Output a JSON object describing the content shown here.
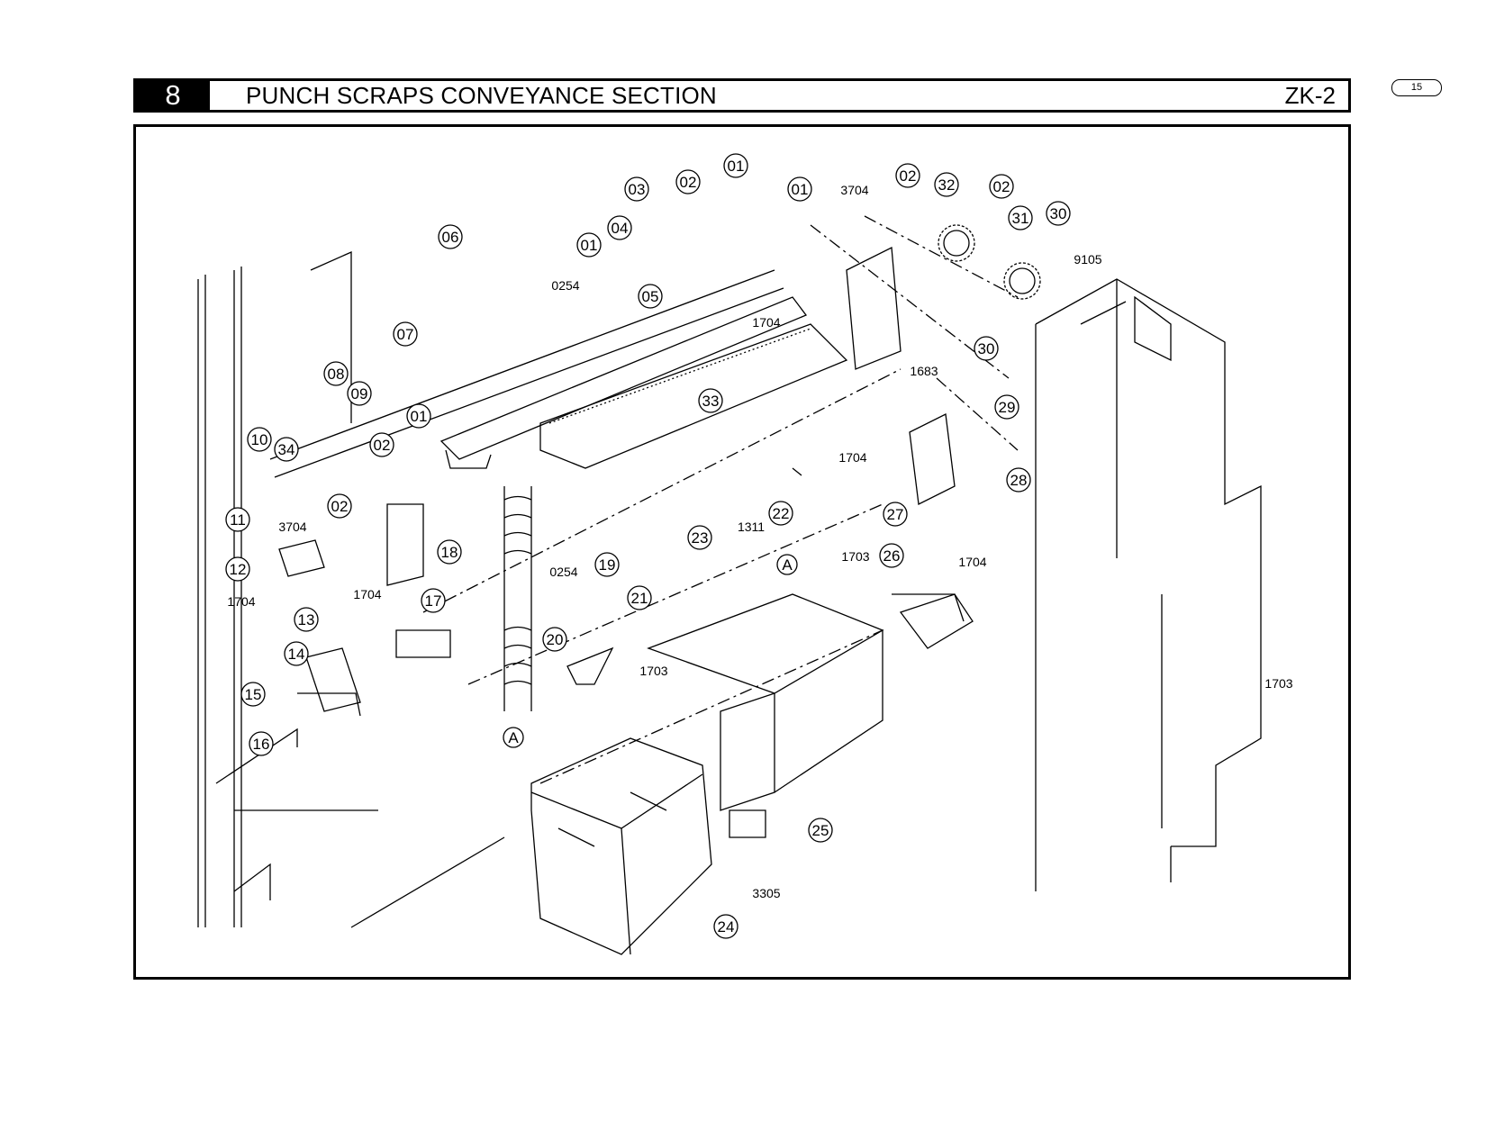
{
  "page": {
    "page_number": "15"
  },
  "header": {
    "section_number": "8",
    "section_title": "PUNCH SCRAPS CONVEYANCE SECTION",
    "model_code": "ZK-2"
  },
  "callouts": [
    {
      "id": "c01a",
      "label": "01"
    },
    {
      "id": "c01b",
      "label": "01"
    },
    {
      "id": "c01c",
      "label": "01"
    },
    {
      "id": "c01d",
      "label": "01"
    },
    {
      "id": "c02a",
      "label": "02"
    },
    {
      "id": "c02b",
      "label": "02"
    },
    {
      "id": "c02c",
      "label": "02"
    },
    {
      "id": "c02d",
      "label": "02"
    },
    {
      "id": "c02e",
      "label": "02"
    },
    {
      "id": "c03",
      "label": "03"
    },
    {
      "id": "c04",
      "label": "04"
    },
    {
      "id": "c05",
      "label": "05"
    },
    {
      "id": "c06",
      "label": "06"
    },
    {
      "id": "c07",
      "label": "07"
    },
    {
      "id": "c08",
      "label": "08"
    },
    {
      "id": "c09",
      "label": "09"
    },
    {
      "id": "c10",
      "label": "10"
    },
    {
      "id": "c11",
      "label": "11"
    },
    {
      "id": "c12",
      "label": "12"
    },
    {
      "id": "c13",
      "label": "13"
    },
    {
      "id": "c14",
      "label": "14"
    },
    {
      "id": "c15",
      "label": "15"
    },
    {
      "id": "c16",
      "label": "16"
    },
    {
      "id": "c17",
      "label": "17"
    },
    {
      "id": "c18",
      "label": "18"
    },
    {
      "id": "c19",
      "label": "19"
    },
    {
      "id": "c20",
      "label": "20"
    },
    {
      "id": "c21",
      "label": "21"
    },
    {
      "id": "c22",
      "label": "22"
    },
    {
      "id": "c23",
      "label": "23"
    },
    {
      "id": "c24",
      "label": "24"
    },
    {
      "id": "c25",
      "label": "25"
    },
    {
      "id": "c26",
      "label": "26"
    },
    {
      "id": "c27",
      "label": "27"
    },
    {
      "id": "c28",
      "label": "28"
    },
    {
      "id": "c29",
      "label": "29"
    },
    {
      "id": "c30a",
      "label": "30"
    },
    {
      "id": "c30b",
      "label": "30"
    },
    {
      "id": "c31",
      "label": "31"
    },
    {
      "id": "c32",
      "label": "32"
    },
    {
      "id": "c33",
      "label": "33"
    },
    {
      "id": "c34",
      "label": "34"
    },
    {
      "id": "cAa",
      "label": "A"
    },
    {
      "id": "cAb",
      "label": "A"
    }
  ],
  "part_numbers": [
    {
      "id": "p3704a",
      "label": "3704"
    },
    {
      "id": "p3704b",
      "label": "3704"
    },
    {
      "id": "p9105",
      "label": "9105"
    },
    {
      "id": "p0254a",
      "label": "0254"
    },
    {
      "id": "p0254b",
      "label": "0254"
    },
    {
      "id": "p1704a",
      "label": "1704"
    },
    {
      "id": "p1704b",
      "label": "1704"
    },
    {
      "id": "p1704c",
      "label": "1704"
    },
    {
      "id": "p1704d",
      "label": "1704"
    },
    {
      "id": "p1704e",
      "label": "1704"
    },
    {
      "id": "p1683",
      "label": "1683"
    },
    {
      "id": "p1311",
      "label": "1311"
    },
    {
      "id": "p1703a",
      "label": "1703"
    },
    {
      "id": "p1703b",
      "label": "1703"
    },
    {
      "id": "p1703c",
      "label": "1703"
    },
    {
      "id": "p3305",
      "label": "3305"
    }
  ]
}
